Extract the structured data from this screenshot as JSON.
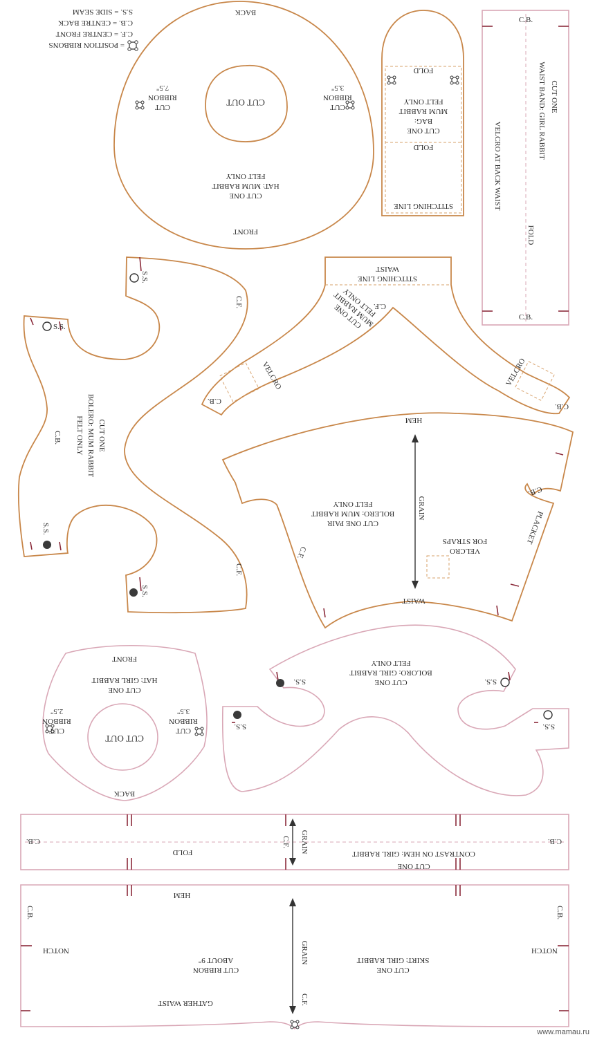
{
  "legend": {
    "ss": "S.S. = SIDE SEAM",
    "cb": "C.B. = CENTRE BACK",
    "cf": "C.F. = CENTRE FRONT",
    "ribbons": "= POSITION RIBBONS"
  },
  "hat_mum": {
    "back": "BACK",
    "front": "FRONT",
    "cut_one": "CUT ONE",
    "title": "HAT: MUM RABBIT",
    "felt_only": "FELT ONLY",
    "cut_out": "CUT OUT",
    "ribbon_left_1": "CUT",
    "ribbon_left_2": "RIBBON",
    "ribbon_left_3": "7.5\"",
    "ribbon_right_1": "CUT",
    "ribbon_right_2": "RIBBON",
    "ribbon_right_3": "3.5\""
  },
  "bag": {
    "fold_top": "FOLD",
    "fold_mid": "FOLD",
    "cut_one": "CUT ONE",
    "title": "BAG:",
    "subtitle": "MUM RABBIT",
    "felt_only": "FELT ONLY",
    "stitching": "STITCHING LINE"
  },
  "waistband": {
    "cb_top": "C.B.",
    "cb_bottom": "C.B.",
    "cut_one": "CUT ONE",
    "title": "WAIST BAND: GIRL RABBIT",
    "velcro": "VELCRO AT BACK WAIST",
    "fold": "FOLD"
  },
  "bolero_mum": {
    "ss_top": "S.S.",
    "ss_left": "S.S.",
    "ss_bottom_left": "S.S.",
    "ss_bottom": "S.S.",
    "cf_top": "C.F.",
    "cf_bottom": "C.F.",
    "cb": "C.B.",
    "cut_one": "CUT ONE",
    "title": "BOLERO: MUM RABBIT",
    "felt_only": "FELT ONLY"
  },
  "straps": {
    "waist": "WAIST",
    "stitching": "STITCHING LINE",
    "cf": "C.F.",
    "cut_one": "CUT ONE",
    "title": "MUM RABBIT",
    "felt_only": "FELT ONLY",
    "velcro_left": "VELCRO",
    "velcro_right": "VELCRO",
    "cb_left": "C.B.",
    "cb_right": "C.B."
  },
  "skirt_mum": {
    "hem": "HEM",
    "waist": "WAIST",
    "grain": "GRAIN",
    "cut_pair": "CUT ONE PAIR",
    "title": "BOLERO: MUM RABBIT",
    "felt_only": "FELT ONLY",
    "velcro_1": "VELCRO",
    "velcro_2": "FOR STRAPS",
    "placket": "PLACKET",
    "cf": "C.F.",
    "cb": "C.B."
  },
  "hat_girl": {
    "front": "FRONT",
    "back": "BACK",
    "cut_one": "CUT ONE",
    "title": "HAT: GIRL RABBIT",
    "cut_out": "CUT OUT",
    "ribbon_left_1": "CUT",
    "ribbon_left_2": "RIBBON",
    "ribbon_left_3": "2.5\"",
    "ribbon_right_1": "CUT",
    "ribbon_right_2": "RIBBON",
    "ribbon_right_3": "3.5\""
  },
  "bolero_girl": {
    "cut_one": "CUT ONE",
    "title": "BOLORO: GIRL RABBIT",
    "felt_only": "FELT ONLY",
    "ss_1": "S.S.",
    "ss_2": "S.S.",
    "ss_3": "S.S.",
    "ss_4": "S.S."
  },
  "contrast": {
    "cb_left": "C.B.",
    "cb_right": "C.B.",
    "fold": "FOLD",
    "grain": "GRAIN",
    "cf": "C.F.",
    "title": "CONTRAST ON HEM: GIRL RABBIT",
    "cut_one": "CUT ONE"
  },
  "skirt_girl": {
    "hem": "HEM",
    "cb_left": "C.B.",
    "cb_right": "C.B.",
    "notch_left": "NOTCH",
    "notch_right": "NOTCH",
    "grain": "GRAIN",
    "cf": "C.F.",
    "ribbon_1": "CUT RIBBON",
    "ribbon_2": "ABOUT 9\"",
    "cut_one": "CUT ONE",
    "title": "SKIRT: GIRL RABBIT",
    "gather": "GATHER WAIST"
  },
  "watermark": "www.mamau.ru",
  "colors": {
    "felt_outline": "#c8874a",
    "girl_outline": "#d9a7b6",
    "notch": "#8a2a3a"
  }
}
